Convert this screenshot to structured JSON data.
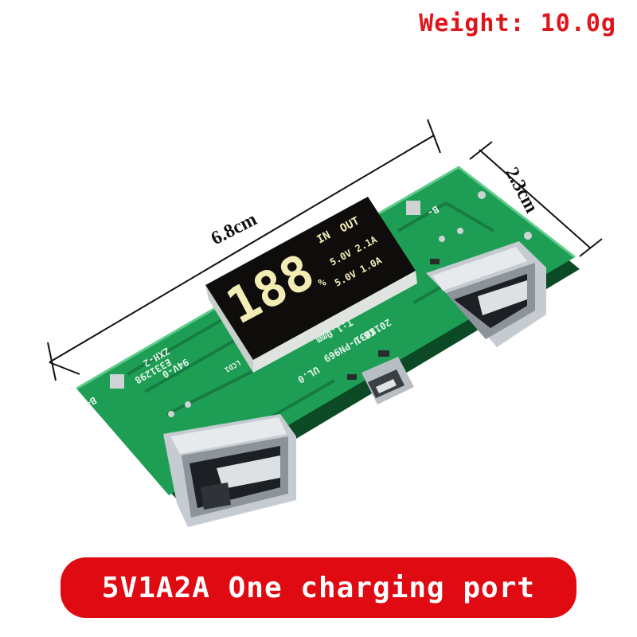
{
  "weight_label": "Weight: 10.0g",
  "dimensions": {
    "length": "6.8cm",
    "width": "2.3cm"
  },
  "display": {
    "digits": "188",
    "in_label": "IN",
    "out_label": "OUT",
    "row1": "5.0V 2.1A",
    "row2": "5.0V 1.0A",
    "percent": "%"
  },
  "pcb_labels": {
    "b_plus": "B+",
    "b_minus": "B-",
    "model": "ZXH-2",
    "code": "E331298",
    "rating": "94V-0",
    "lcd": "LCD1",
    "date": "2018031",
    "ul": "UL.0",
    "part": "CB-U-PN969",
    "thickness": "T:1.0mm"
  },
  "banner_text": "5V1A2A One charging port",
  "colors": {
    "banner": "#e00b12",
    "pcb": "#1e9e55",
    "pcb_dark": "#157a3f",
    "display_bg": "#0f0d0c",
    "segment": "#f2ecb5"
  }
}
